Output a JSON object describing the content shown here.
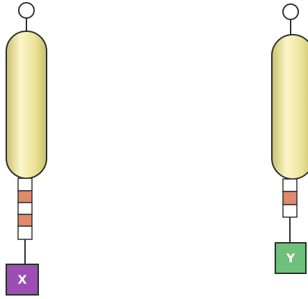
{
  "colors": {
    "background": "#ffffff",
    "outline": "#2b2b2b",
    "spring_body_light": "#fbf5c8",
    "spring_body_mid": "#ece49a",
    "spring_body_dark": "#c9c06a",
    "scale_mark": "#e08a6c",
    "scale_blank": "#ffffff",
    "weight_x": "#9b4fb2",
    "weight_y": "#6fc07a",
    "label_text": "#ffffff"
  },
  "balances": [
    {
      "id": "left",
      "hook_icon": "ring-hook-icon",
      "scale_segments": [
        "blank",
        "mark",
        "blank",
        "mark",
        "blank"
      ],
      "weight": {
        "label": "X",
        "color_key": "weight_x"
      }
    },
    {
      "id": "right",
      "hook_icon": "ring-hook-icon",
      "scale_segments": [
        "blank",
        "mark",
        "blank"
      ],
      "weight": {
        "label": "Y",
        "color_key": "weight_y"
      }
    }
  ]
}
